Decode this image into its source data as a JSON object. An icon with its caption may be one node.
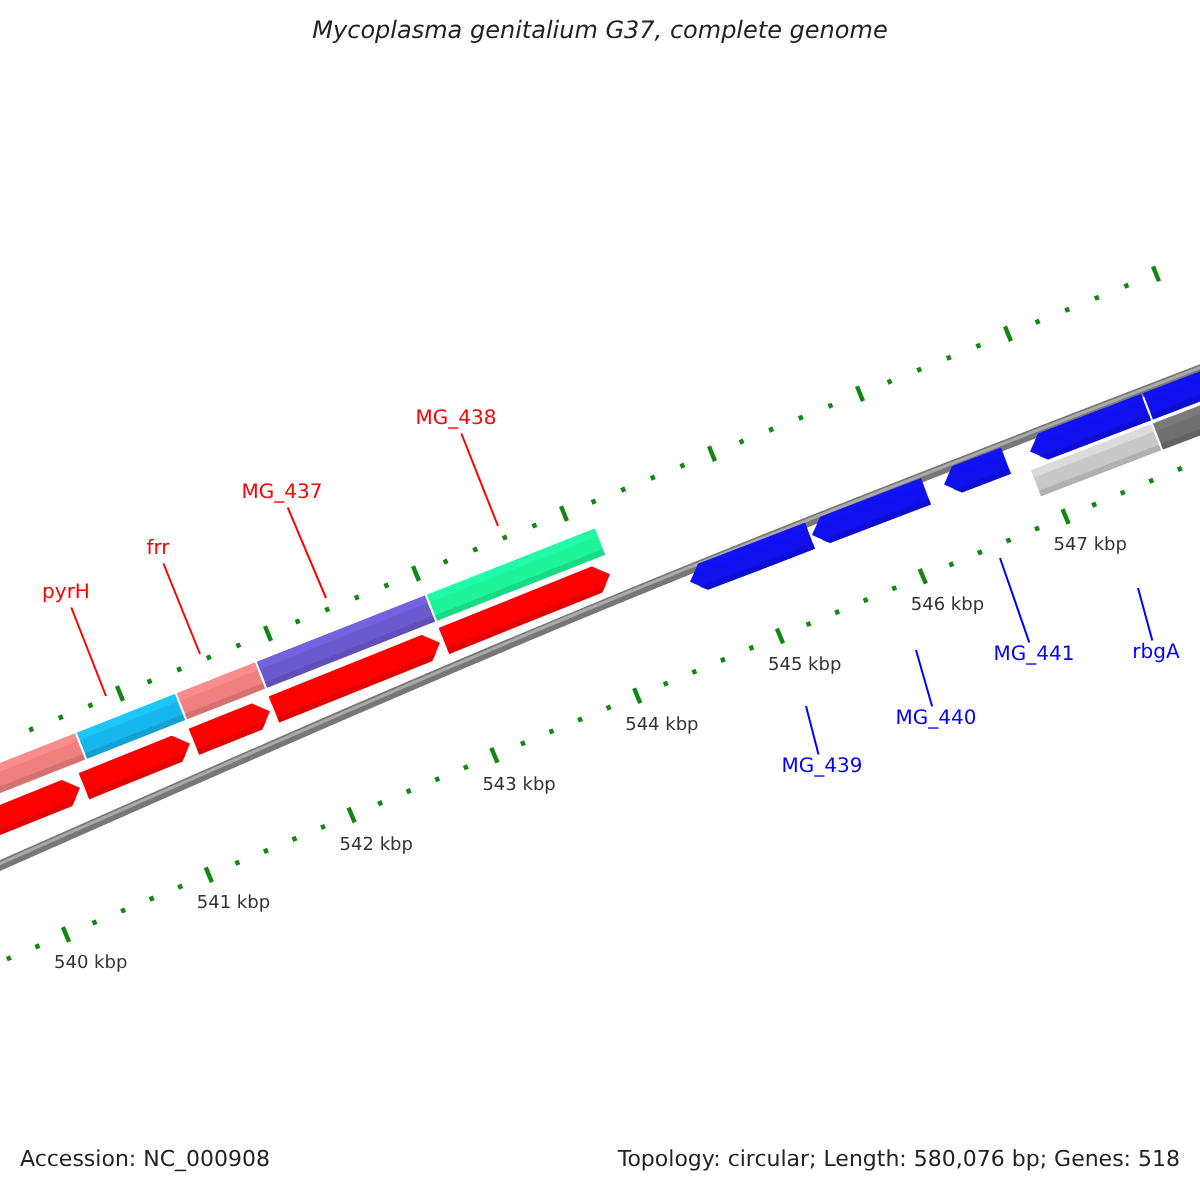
{
  "diagram": {
    "title": "Mycoplasma genitalium G37, complete genome",
    "nodes": [
      {
        "text": [
          "pyrH"
        ]
      },
      {
        "text": [
          "frr"
        ]
      },
      {
        "text": [
          "MG_437"
        ]
      },
      {
        "text": [
          "MG_438"
        ]
      },
      {
        "text": [
          "MG_439"
        ]
      },
      {
        "text": [
          "MG_440"
        ]
      },
      {
        "text": [
          "MG_441"
        ]
      },
      {
        "text": [
          "rbgA"
        ]
      }
    ],
    "edges": [
      {
        "from": 0,
        "to": null,
        "arrow": "none",
        "color": "#ff0000"
      },
      {
        "from": 1,
        "to": null,
        "arrow": "none",
        "color": "#ff0000"
      },
      {
        "from": 2,
        "to": null,
        "arrow": "none",
        "color": "#ff0000"
      },
      {
        "from": 3,
        "to": null,
        "arrow": "none",
        "color": "#ff0000"
      },
      {
        "from": 4,
        "to": null,
        "arrow": "none",
        "color": "#0000ff"
      },
      {
        "from": 5,
        "to": null,
        "arrow": "none",
        "color": "#0000ff"
      },
      {
        "from": 6,
        "to": null,
        "arrow": "none",
        "color": "#0000ff"
      },
      {
        "from": 7,
        "to": null,
        "arrow": "none",
        "color": "#0000ff"
      }
    ],
    "labels": [
      "540 kbp",
      "541 kbp",
      "542 kbp",
      "543 kbp",
      "544 kbp",
      "545 kbp",
      "546 kbp",
      "547 kbp",
      "Accession: NC_000908",
      "Topology: circular; Length: 580,076 bp; Genes: 518"
    ]
  }
}
